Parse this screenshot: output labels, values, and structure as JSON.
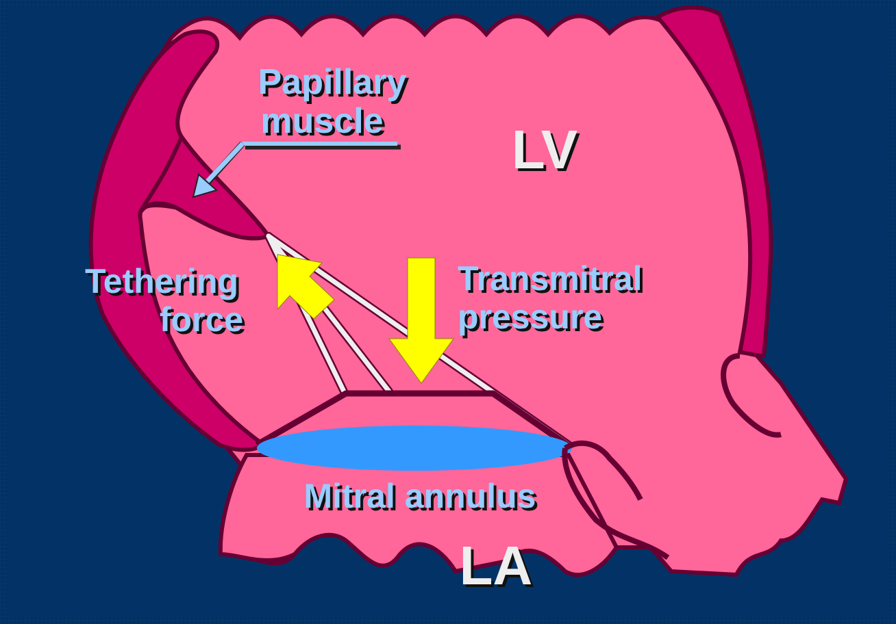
{
  "colors": {
    "background": "#033366",
    "chamber": "#FF6699",
    "wall": "#CC0066",
    "outline": "#660033",
    "annulus": "#3399FF",
    "force_arrow": "#FFFF00",
    "label_blue": "#99CCFF",
    "label_white": "#EEEEEE",
    "chord": "#EEEEEE"
  },
  "labels": {
    "papillary_line1": "Papillary",
    "papillary_line2": "muscle",
    "lv": "LV",
    "la": "LA",
    "tethering_line1": "Tethering",
    "tethering_line2": "force",
    "transmitral_line1": "Transmitral",
    "transmitral_line2": "pressure",
    "mitral_annulus": "Mitral annulus"
  },
  "arrows": {
    "papillary_pointer": "arrow pointing to papillary muscle",
    "tethering": "upward tethering force arrow",
    "transmitral": "downward transmitral pressure arrow"
  }
}
